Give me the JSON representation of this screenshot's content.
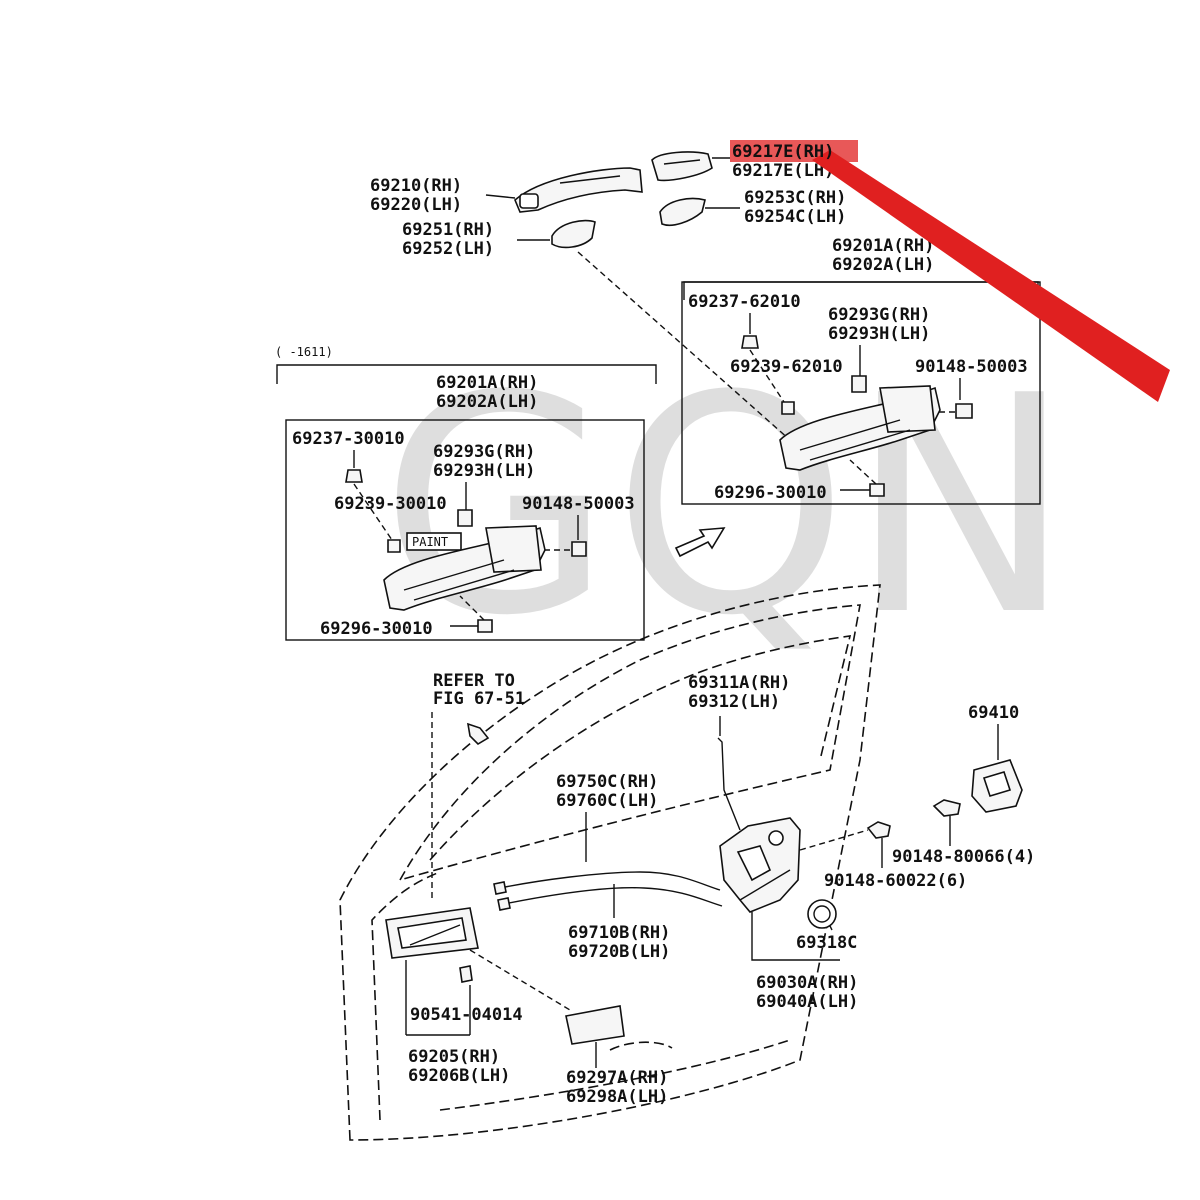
{
  "watermark": "GQN",
  "highlight_color": "#e02020",
  "labels": {
    "p69217e_rh": "69217E(RH)",
    "p69217_lh": "69217E(LH)",
    "p69210_rh": "69210(RH)",
    "p69220_lh": "69220(LH)",
    "p69253c_rh": "69253C(RH)",
    "p69254c_lh": "69254C(LH)",
    "p69251_rh": "69251(RH)",
    "p69252_lh": "69252(LH)",
    "r_69201a_rh": "69201A(RH)",
    "r_69202a_lh": "69202A(LH)",
    "r_69237": "69237-62010",
    "r_69293g_rh": "69293G(RH)",
    "r_69293h_lh": "69293H(LH)",
    "r_69239": "69239-62010",
    "r_90148": "90148-50003",
    "r_69296": "69296-30010",
    "range_note": "(      -1611)",
    "l_69201a_rh": "69201A(RH)",
    "l_69202a_lh": "69202A(LH)",
    "l_69237": "69237-30010",
    "l_69293g_rh": "69293G(RH)",
    "l_69293h_lh": "69293H(LH)",
    "l_69239": "69239-30010",
    "l_90148": "90148-50003",
    "paint": "PAINT",
    "l_69296": "69296-30010",
    "refer_to": "REFER TO",
    "fig": "FIG 67-51",
    "p69311a_rh": "69311A(RH)",
    "p69312_lh": "69312(LH)",
    "p69410": "69410",
    "p69750c_rh": "69750C(RH)",
    "p69760c_lh": "69760C(LH)",
    "p90148_80066": "90148-80066(4)",
    "p90148_60022": "90148-60022(6)",
    "p69710b_rh": "69710B(RH)",
    "p69720b_lh": "69720B(LH)",
    "p69318c": "69318C",
    "p69030a_rh": "69030A(RH)",
    "p69040a_lh": "69040A(LH)",
    "p90541": "90541-04014",
    "p69205_rh": "69205(RH)",
    "p69206b_lh": "69206B(LH)",
    "p69297a_rh": "69297A(RH)",
    "p69298a_lh": "69298A(LH)"
  }
}
